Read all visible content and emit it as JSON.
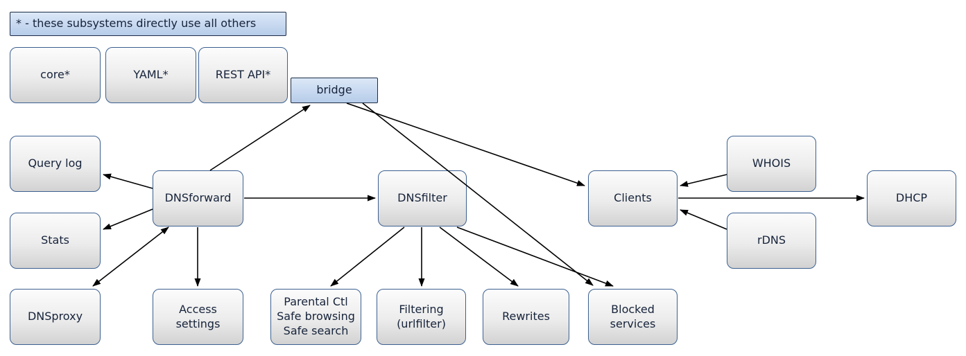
{
  "diagram": {
    "legend": {
      "label": "* - these subsystems directly use all others"
    },
    "nodes": {
      "core": {
        "label": "core*"
      },
      "yaml": {
        "label": "YAML*"
      },
      "rest_api": {
        "label": "REST API*"
      },
      "bridge": {
        "label": "bridge"
      },
      "query_log": {
        "label": "Query log"
      },
      "stats": {
        "label": "Stats"
      },
      "dnsproxy": {
        "label": "DNSproxy"
      },
      "dnsforward": {
        "label": "DNSforward"
      },
      "access_settings": {
        "label": "Access\nsettings"
      },
      "dnsfilter": {
        "label": "DNSfilter"
      },
      "parental": {
        "label": "Parental Ctl\nSafe browsing\nSafe search"
      },
      "urlfilter": {
        "label": "Filtering\n(urlfilter)"
      },
      "rewrites": {
        "label": "Rewrites"
      },
      "blocked_services": {
        "label": "Blocked\nservices"
      },
      "clients": {
        "label": "Clients"
      },
      "whois": {
        "label": "WHOIS"
      },
      "rdns": {
        "label": "rDNS"
      },
      "dhcp": {
        "label": "DHCP"
      }
    },
    "edges": [
      {
        "from": "dnsforward",
        "to": "bridge",
        "direction": "forward"
      },
      {
        "from": "bridge",
        "to": "clients",
        "direction": "forward"
      },
      {
        "from": "bridge",
        "to": "blocked_services",
        "direction": "forward"
      },
      {
        "from": "dnsforward",
        "to": "query_log",
        "direction": "forward"
      },
      {
        "from": "dnsforward",
        "to": "stats",
        "direction": "forward"
      },
      {
        "from": "dnsforward",
        "to": "dnsproxy",
        "direction": "both"
      },
      {
        "from": "dnsforward",
        "to": "access_settings",
        "direction": "forward"
      },
      {
        "from": "dnsforward",
        "to": "dnsfilter",
        "direction": "forward"
      },
      {
        "from": "dnsfilter",
        "to": "parental",
        "direction": "forward"
      },
      {
        "from": "dnsfilter",
        "to": "urlfilter",
        "direction": "forward"
      },
      {
        "from": "dnsfilter",
        "to": "rewrites",
        "direction": "forward"
      },
      {
        "from": "dnsfilter",
        "to": "blocked_services",
        "direction": "forward"
      },
      {
        "from": "whois",
        "to": "clients",
        "direction": "forward"
      },
      {
        "from": "rdns",
        "to": "clients",
        "direction": "forward"
      },
      {
        "from": "clients",
        "to": "dhcp",
        "direction": "forward"
      }
    ],
    "colors": {
      "node_border": "#3b5f8f",
      "node_fill_top": "#fcfcfc",
      "node_fill_bottom": "#d2d2d2",
      "accent_border": "#1c2b45",
      "accent_fill_top": "#dce8f8",
      "accent_fill_bottom": "#b6cce9",
      "edge": "#000000",
      "text": "#16233a"
    }
  }
}
